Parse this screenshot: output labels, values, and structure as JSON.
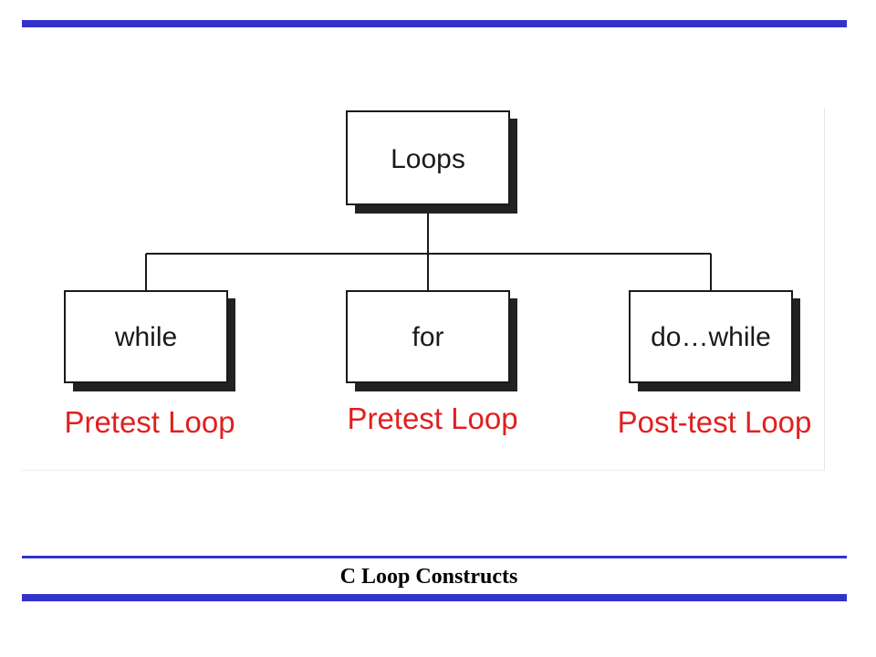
{
  "diagram": {
    "root": {
      "label": "Loops"
    },
    "children": [
      {
        "label": "while",
        "caption": "Pretest Loop"
      },
      {
        "label": "for",
        "caption": "Pretest Loop"
      },
      {
        "label": "do…while",
        "caption": "Post-test Loop"
      }
    ],
    "caption_color": "#e02020",
    "line_color": "#1a1a1a",
    "shadow_color": "#222222"
  },
  "footer": {
    "title": "C Loop Constructs",
    "accent_color": "#3333cc"
  }
}
